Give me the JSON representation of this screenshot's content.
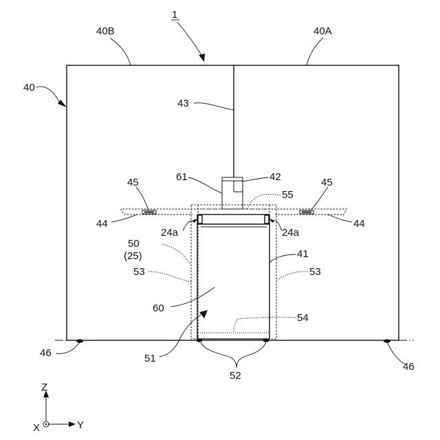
{
  "labels": {
    "fig": "1",
    "l40B": "40B",
    "l40A": "40A",
    "l40": "40",
    "l43": "43",
    "l42": "42",
    "l61": "61",
    "l55": "55",
    "l45_left": "45",
    "l45_right": "45",
    "l44_left": "44",
    "l44_right": "44",
    "l24a_left": "24a",
    "l24a_right": "24a",
    "l50": "50",
    "l25": "(25)",
    "l41": "41",
    "l53_left": "53",
    "l53_right": "53",
    "l60": "60",
    "l54": "54",
    "l51": "51",
    "l52": "52",
    "l46_left": "46",
    "l46_right": "46"
  },
  "axes": {
    "z": "Z",
    "y": "Y",
    "x": "X"
  }
}
